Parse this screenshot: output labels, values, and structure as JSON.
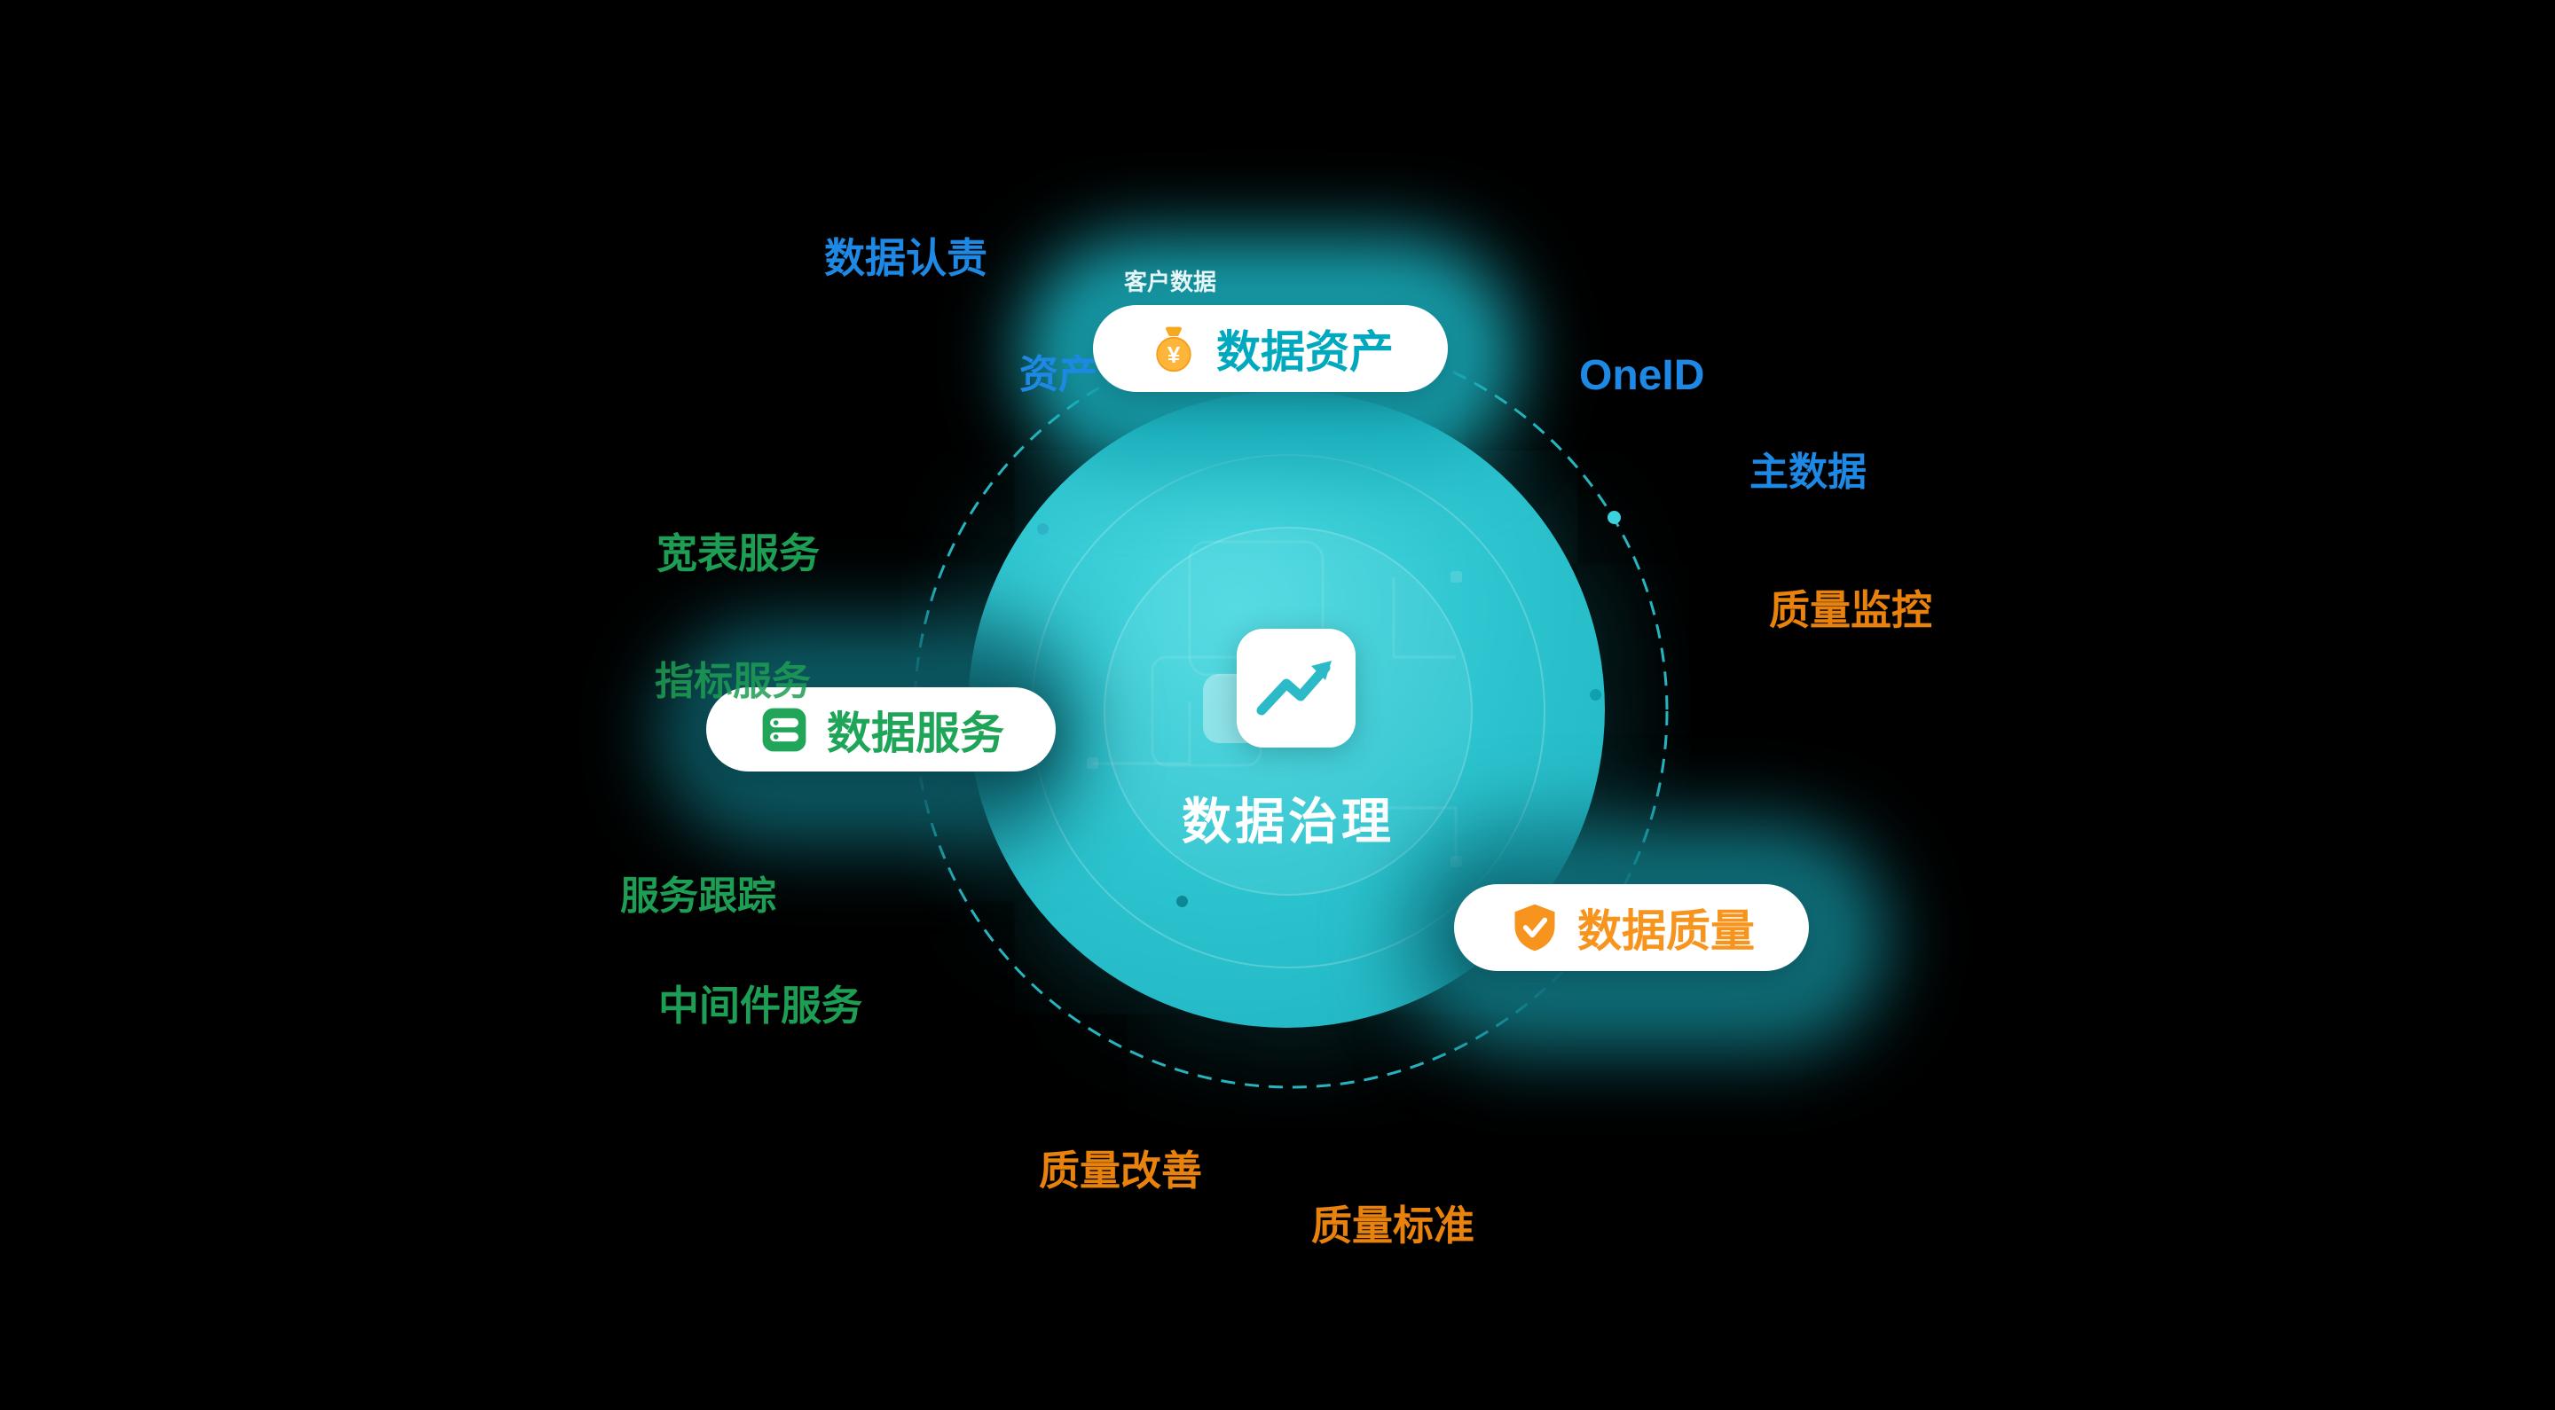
{
  "page": {
    "background": "#000000"
  },
  "diagram": {
    "center": {
      "label": "数据治理",
      "icon": "chart-document-icon",
      "circle_color": "#2CC4CF",
      "dashed_ring_color": "#2EC9D4"
    },
    "cards": {
      "assets": {
        "label": "数据资产",
        "color": "#00A9BD",
        "icon": "money-bag-icon",
        "tag": "客户数据"
      },
      "services": {
        "label": "数据服务",
        "color": "#1FA558",
        "icon": "database-icon"
      },
      "quality": {
        "label": "数据质量",
        "color": "#F7941D",
        "icon": "shield-check-icon"
      }
    },
    "labels": {
      "data_accountability": {
        "text": "数据认责",
        "color": "#1E88E5"
      },
      "asset": {
        "text": "资产",
        "color": "#1E88E5"
      },
      "one_id": {
        "text": "OneID",
        "color": "#1E88E5"
      },
      "master_data": {
        "text": "主数据",
        "color": "#1E88E5"
      },
      "quality_monitoring": {
        "text": "质量监控",
        "color": "#E8820C"
      },
      "wide_table_service": {
        "text": "宽表服务",
        "color": "#1E9E54"
      },
      "indicator_service": {
        "text": "指标服务",
        "color": "#1E9E54"
      },
      "service_tracking": {
        "text": "服务跟踪",
        "color": "#1E9E54"
      },
      "middleware_service": {
        "text": "中间件服务",
        "color": "#1E9E54"
      },
      "quality_improvement": {
        "text": "质量改善",
        "color": "#E8820C"
      },
      "quality_standard": {
        "text": "质量标准",
        "color": "#E8820C"
      }
    }
  }
}
